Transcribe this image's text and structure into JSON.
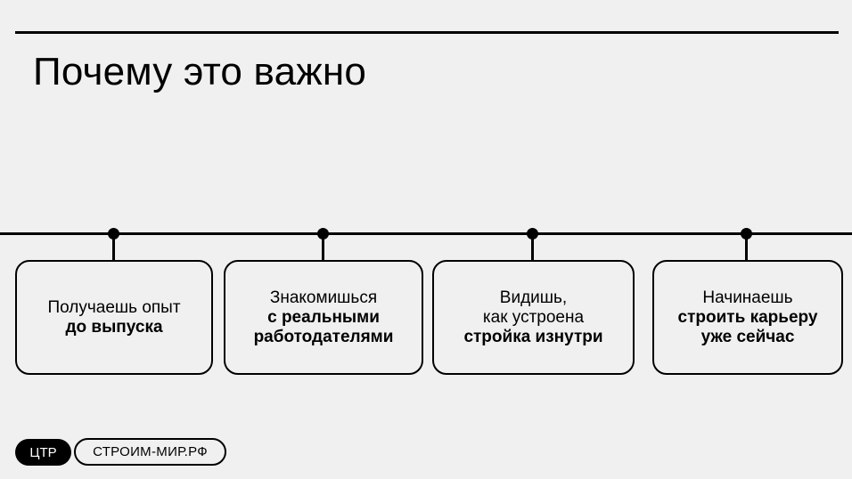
{
  "slide": {
    "title": "Почему это важно"
  },
  "timeline": {
    "cards": [
      {
        "line1": "Получаешь опыт",
        "line2": "до выпуска"
      },
      {
        "line1": "Знакомишься",
        "line2": "с реальными",
        "line3": "работодателями"
      },
      {
        "line1": "Видишь,",
        "line2": "как устроена",
        "line3": "стройка изнутри"
      },
      {
        "line1": "Начинаешь",
        "line2": "строить карьеру",
        "line3": "уже сейчас"
      }
    ]
  },
  "footer": {
    "ctr_label": "ЦТР",
    "site_label": "СТРОИМ-МИР.РФ"
  }
}
